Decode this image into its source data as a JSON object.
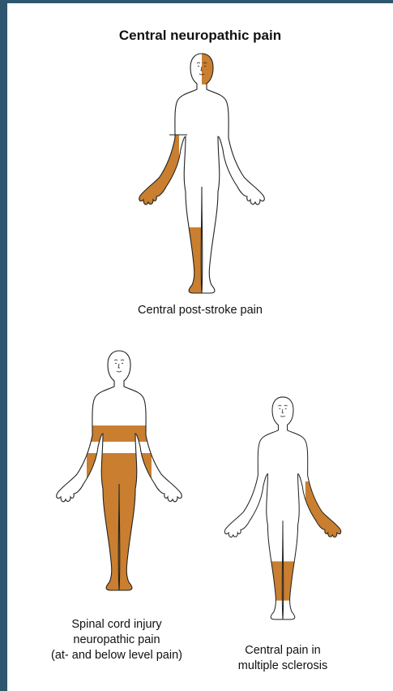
{
  "title": "Central neuropathic pain",
  "figures": [
    {
      "id": "stroke",
      "caption": [
        "Central post-stroke pain"
      ]
    },
    {
      "id": "sci",
      "caption": [
        "Spinal cord injury",
        "neuropathic pain",
        "(at- and below level pain)"
      ]
    },
    {
      "id": "ms",
      "caption": [
        "Central pain in",
        "multiple sclerosis"
      ]
    }
  ],
  "colors": {
    "background": "#2e566f",
    "panel": "#ffffff",
    "pain_area": "#c97f2f",
    "outline": "#222222"
  }
}
